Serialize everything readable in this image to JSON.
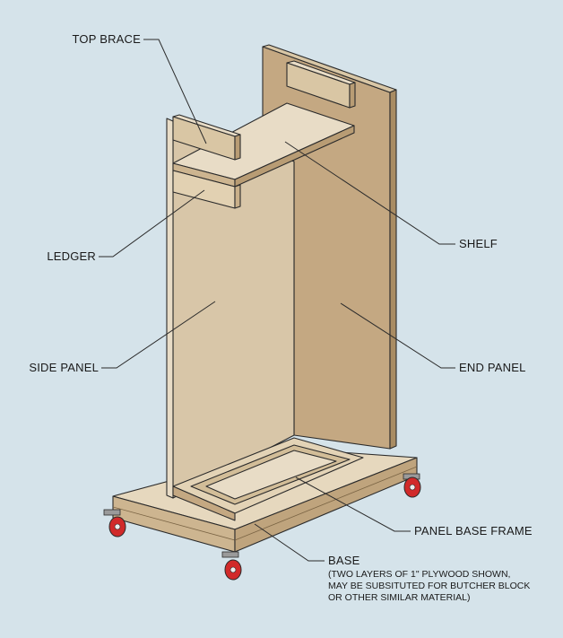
{
  "labels": {
    "top_brace": "TOP BRACE",
    "ledger": "LEDGER",
    "side_panel": "SIDE PANEL",
    "shelf": "SHELF",
    "end_panel": "END PANEL",
    "panel_base_frame": "PANEL BASE FRAME",
    "base": "BASE"
  },
  "base_note": [
    "(TWO LAYERS OF 1\" PLYWOOD SHOWN,",
    "MAY BE SUBSITUTED FOR BUTCHER BLOCK",
    "OR OTHER SIMILAR MATERIAL)"
  ],
  "colors": {
    "background": "#d5e3ea",
    "panel_face": "#d8c6a8",
    "panel_top": "#e8dcc6",
    "end_panel": "#c4a882",
    "caster_wheel": "#d12a2a"
  }
}
